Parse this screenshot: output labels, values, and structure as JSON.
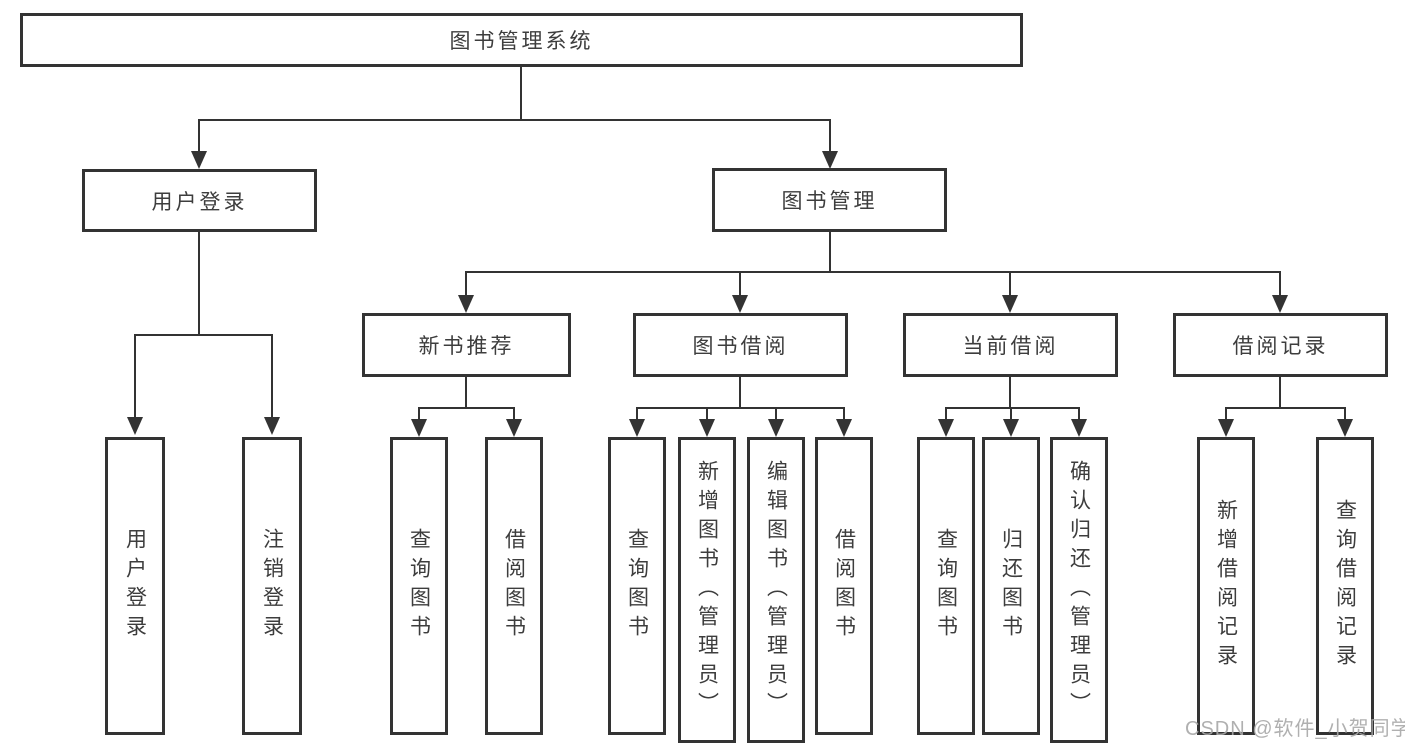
{
  "diagram": {
    "root": {
      "label": "图书管理系统"
    },
    "branches": [
      {
        "label": "用户登录",
        "children": [
          {
            "label": "用户登录"
          },
          {
            "label": "注销登录"
          }
        ]
      },
      {
        "label": "图书管理",
        "children": [
          {
            "label": "新书推荐",
            "children": [
              {
                "label": "查询图书"
              },
              {
                "label": "借阅图书"
              }
            ]
          },
          {
            "label": "图书借阅",
            "children": [
              {
                "label": "查询图书"
              },
              {
                "label": "新增图书（管理员）"
              },
              {
                "label": "编辑图书（管理员）"
              },
              {
                "label": "借阅图书"
              }
            ]
          },
          {
            "label": "当前借阅",
            "children": [
              {
                "label": "查询图书"
              },
              {
                "label": "归还图书"
              },
              {
                "label": "确认归还（管理员）"
              }
            ]
          },
          {
            "label": "借阅记录",
            "children": [
              {
                "label": "新增借阅记录"
              },
              {
                "label": "查询借阅记录"
              }
            ]
          }
        ]
      }
    ]
  },
  "watermark": {
    "text": "CSDN @软件_小贺同学"
  },
  "colors": {
    "line": "#333333",
    "text": "#3d3d3d",
    "background": "#ffffff",
    "watermark": "#a8a8a8"
  }
}
